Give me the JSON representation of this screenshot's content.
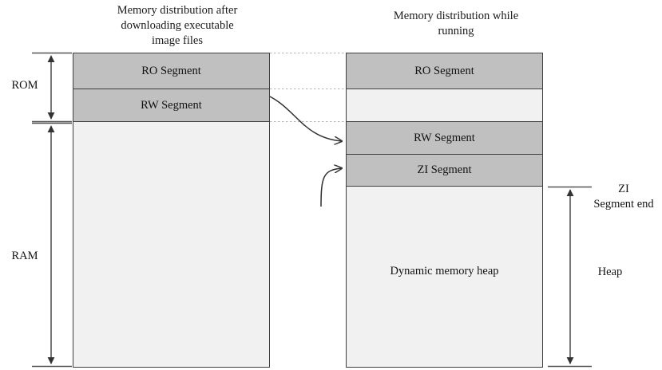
{
  "diagram": {
    "title_left": "Memory distribution after\ndownloading executable\nimage files",
    "title_right": "Memory distribution while\nrunning",
    "colors": {
      "segment_fill": "#c0c0c0",
      "free_fill": "#f1f1f1",
      "border": "#3f3f3f",
      "arrow": "#4a4a4a",
      "dotted": "#b4b4b4",
      "text": "#121212"
    },
    "left_map": {
      "segments": [
        {
          "label": "RO Segment",
          "kind": "dark"
        },
        {
          "label": "RW Segment",
          "kind": "dark"
        },
        {
          "label": "",
          "kind": "light"
        }
      ]
    },
    "right_map": {
      "segments": [
        {
          "label": "RO Segment",
          "kind": "dark"
        },
        {
          "label": "",
          "kind": "light"
        },
        {
          "label": "RW Segment",
          "kind": "dark"
        },
        {
          "label": "ZI Segment",
          "kind": "dark"
        },
        {
          "label": "Dynamic memory heap",
          "kind": "light"
        }
      ]
    },
    "left_brackets": [
      {
        "label": "ROM"
      },
      {
        "label": "RAM"
      }
    ],
    "right_brackets": [
      {
        "label": "ZI\nSegment end"
      },
      {
        "label": "Heap"
      }
    ]
  }
}
